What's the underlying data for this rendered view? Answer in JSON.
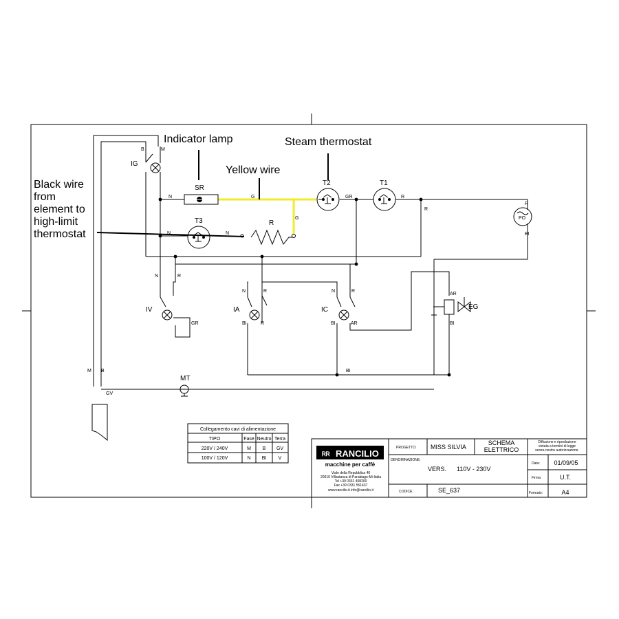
{
  "annotations": {
    "indicator_lamp": "Indicator lamp",
    "steam_thermostat": "Steam thermostat",
    "yellow_wire": "Yellow wire",
    "black_wire": [
      "Black wire",
      "from",
      "element to",
      "high-limit",
      "thermostat"
    ]
  },
  "components": {
    "ig": "IG",
    "sr": "SR",
    "t2": "T2",
    "t1": "T1",
    "t3": "T3",
    "r": "R",
    "po": "PO",
    "iv": "IV",
    "ia": "IA",
    "ic": "IC",
    "eg": "EG",
    "mt": "MT"
  },
  "wire_labels": {
    "b": "B",
    "m": "M",
    "n": "N",
    "g": "G",
    "gr": "GR",
    "r": "R",
    "bi": "BI",
    "ar": "AR",
    "gv": "GV"
  },
  "colors": {
    "yellow_wire": "#f2ea2c"
  },
  "power_table": {
    "title": "Collegamento cavi di alimentazione",
    "headers": [
      "TIPO",
      "Fase",
      "Neutro",
      "Terra"
    ],
    "rows": [
      [
        "220V / 240V",
        "M",
        "B",
        "GV"
      ],
      [
        "100V / 120V",
        "N",
        "BI",
        "V"
      ]
    ]
  },
  "title_block": {
    "brand": "RANCILIO",
    "tagline": "macchine per caffè",
    "address": [
      "Viale della Repubblica 40",
      "20010 Villastanza di Parabiago-Mi-Italia",
      "Tel +39 0331 408200",
      "Fax +39 0331 551437",
      "www.rancilio.it    info@rancilio.it"
    ],
    "progetto_label": "PROGETTO:",
    "progetto_value": "MISS SILVIA",
    "schema_line1": "SCHEMA",
    "schema_line2": "ELETTRICO",
    "notice": [
      "Diffusione e riproduzione",
      "vietata a termini di legge",
      "senza nostra autorizzazione."
    ],
    "denominazione_label": "DENOMINAZIONE:",
    "denominazione_value": "VERS.      110V - 230V",
    "codice_label": "CODICE:",
    "codice_value": "SE_637",
    "data_label": "Data:",
    "data_value": "01/09/05",
    "firma_label": "Firma:",
    "firma_value": "U.T.",
    "formato_label": "Formato:",
    "formato_value": "A4"
  }
}
